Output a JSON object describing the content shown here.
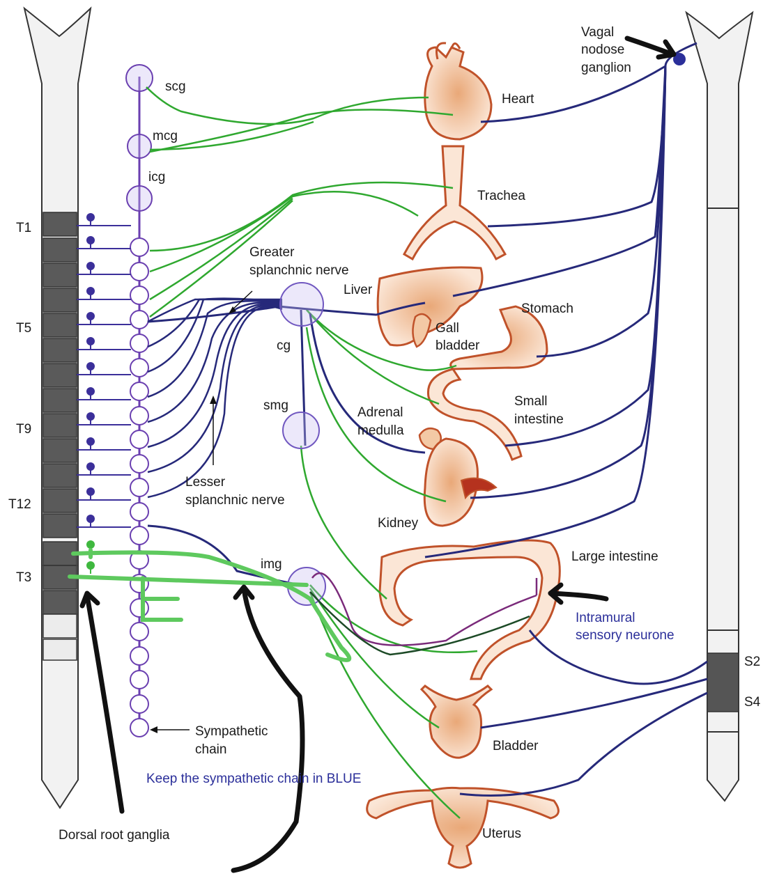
{
  "ganglia": {
    "scg": "scg",
    "mcg": "mcg",
    "icg": "icg",
    "cg": "cg",
    "smg": "smg",
    "img": "img"
  },
  "segments": {
    "t1": "T1",
    "t5": "T5",
    "t9": "T9",
    "t12": "T12",
    "t3": "T3",
    "s2": "S2",
    "s4": "S4"
  },
  "organs": {
    "heart": "Heart",
    "trachea": "Trachea",
    "liver": "Liver",
    "gall_bladder": [
      "Gall",
      "bladder"
    ],
    "stomach": "Stomach",
    "small_intestine": [
      "Small",
      "intestine"
    ],
    "adrenal_medulla": [
      "Adrenal",
      "medulla"
    ],
    "kidney": "Kidney",
    "large_intestine": "Large intestine",
    "bladder": "Bladder",
    "uterus": "Uterus"
  },
  "labels": {
    "vagal": [
      "Vagal",
      "nodose",
      "ganglion"
    ],
    "greater_splanchnic": [
      "Greater",
      "splanchnic nerve"
    ],
    "lesser_splanchnic": [
      "Lesser",
      "splanchnic nerve"
    ],
    "sympathetic_chain": [
      "Sympathetic",
      "chain"
    ],
    "dorsal_root": "Dorsal root ganglia",
    "intramural": [
      "Intramural",
      "sensory neurone"
    ],
    "annotation": "Keep the sympathetic chain in BLUE"
  },
  "colors": {
    "parasympathetic": "#26297a",
    "sympathetic": "#2fa82f",
    "chain": "#6a3fb0",
    "organ_fill": "#f7dcc8",
    "organ_stroke": "#c0522a",
    "cord_dark": "#555555",
    "annotation_marker": "#5ec95e",
    "arrow": "#111111"
  }
}
